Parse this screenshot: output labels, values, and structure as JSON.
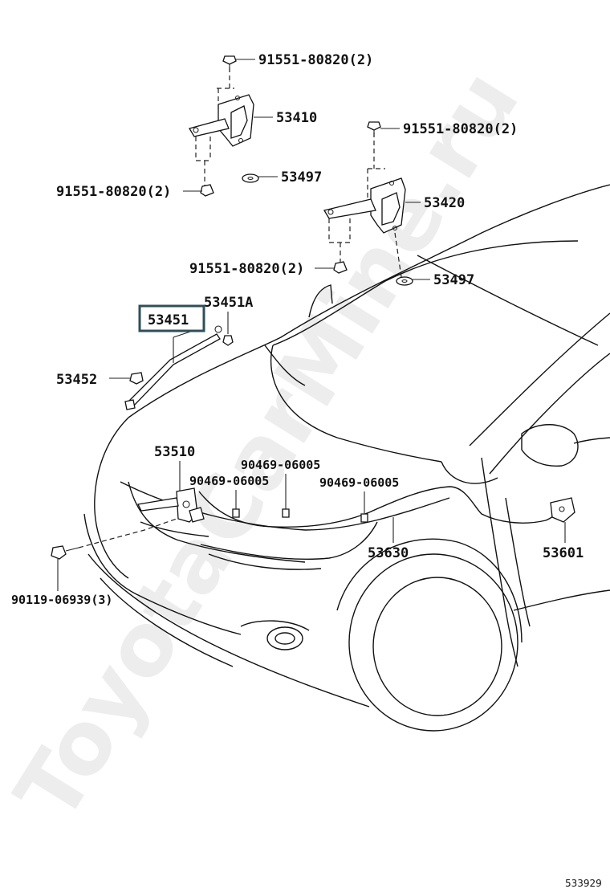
{
  "labels": {
    "bolt_top": "91551-80820(2)",
    "hinge_left": "53410",
    "bolt_right_top": "91551-80820(2)",
    "washer_left": "53497",
    "bolt_left_lower": "91551-80820(2)",
    "hinge_right": "53420",
    "bolt_right_lower": "91551-80820(2)",
    "washer_right": "53497",
    "support_clip": "53451A",
    "support_rod": "53451",
    "support_holder": "53452",
    "lock": "53510",
    "clip_a": "90469-06005",
    "clip_b": "90469-06005",
    "clip_c": "90469-06005",
    "cable": "53630",
    "lever": "53601",
    "screw": "90119-06939(3)"
  },
  "highlight": {
    "label": "53451",
    "color": "#2f4f5a"
  },
  "watermark": "ToyotaCarMine.ru",
  "reference_number": "533929"
}
